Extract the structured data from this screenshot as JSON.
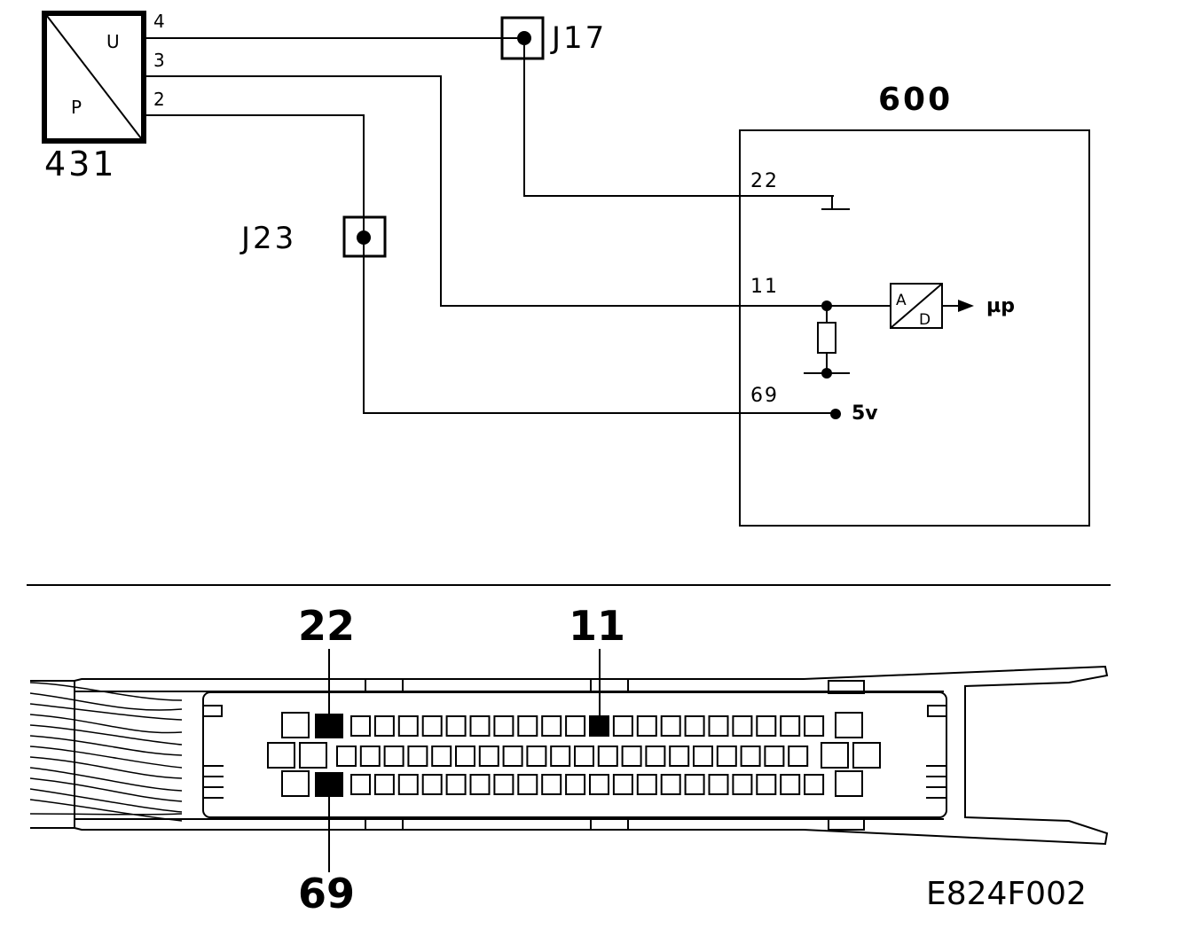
{
  "sensor": {
    "id": "431",
    "top_letter": "U",
    "bottom_letter": "P",
    "pins": [
      "4",
      "3",
      "2"
    ]
  },
  "junctions": [
    "J17",
    "J23"
  ],
  "ecu": {
    "id": "600",
    "pins": [
      "22",
      "11",
      "69"
    ],
    "adc_top": "A",
    "adc_bottom": "D",
    "output": "µp",
    "supply": "5v"
  },
  "connector": {
    "top_labels": [
      "22",
      "11"
    ],
    "bottom_label": "69"
  },
  "reference": "E824F002",
  "colors": {
    "ink": "#000000",
    "paper": "#ffffff"
  }
}
